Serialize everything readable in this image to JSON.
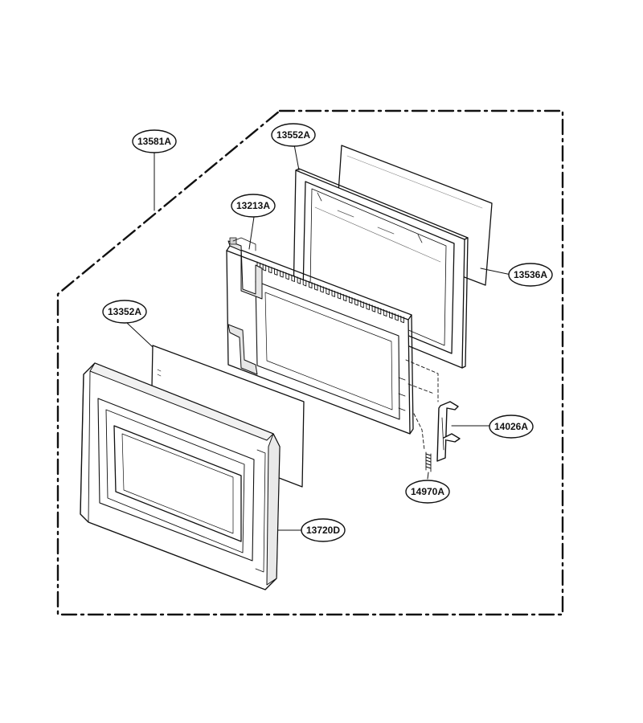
{
  "diagram": {
    "callouts": [
      {
        "id": "c1",
        "label": "13581A"
      },
      {
        "id": "c2",
        "label": "13552A"
      },
      {
        "id": "c3",
        "label": "13213A"
      },
      {
        "id": "c4",
        "label": "13352A"
      },
      {
        "id": "c5",
        "label": "13536A"
      },
      {
        "id": "c6",
        "label": "14026A"
      },
      {
        "id": "c7",
        "label": "14970A"
      },
      {
        "id": "c8",
        "label": "13720D"
      }
    ],
    "colors": {
      "line": "#111111",
      "fill": "#ffffff",
      "shade": "#e6e6e6",
      "dark": "#cfcfcf"
    }
  }
}
